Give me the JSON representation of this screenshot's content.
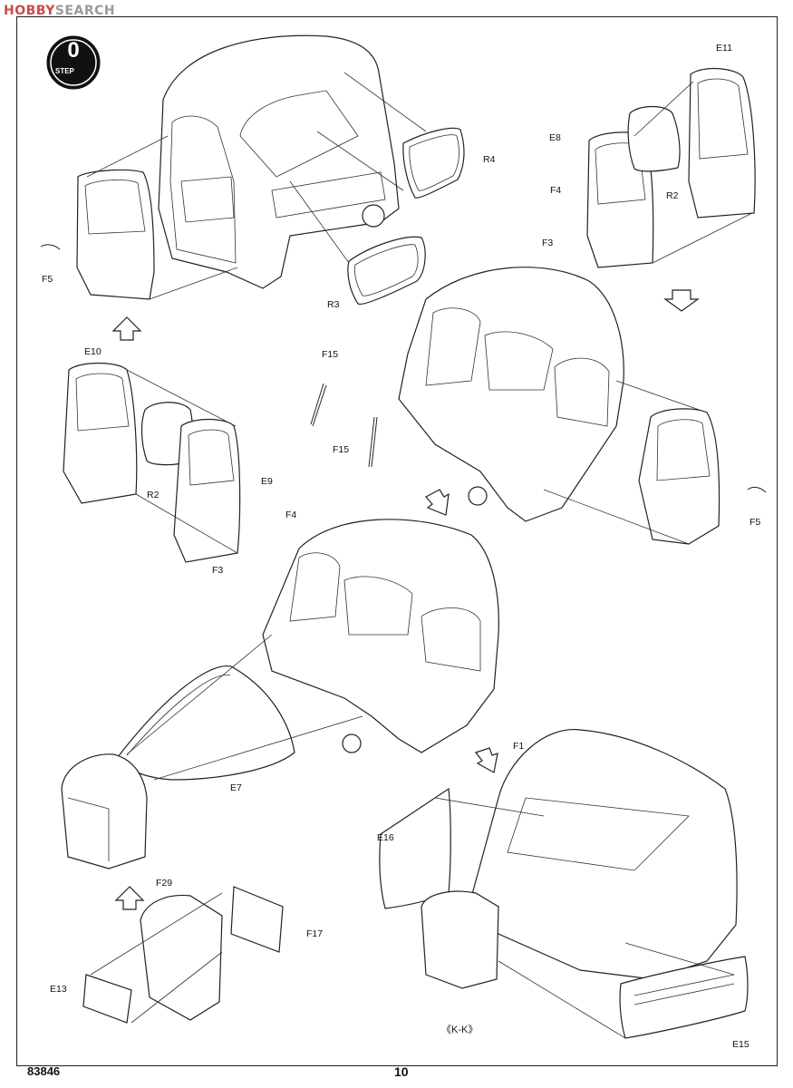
{
  "watermark": {
    "brand_accent": "HOBBY",
    "brand_rest": "SEARCH"
  },
  "step": {
    "number": "0",
    "label": "STEP"
  },
  "parts": {
    "E11": "E11",
    "R4": "R4",
    "E8": "E8",
    "F4a": "F4",
    "R2a": "R2",
    "F3a": "F3",
    "F5a": "F5",
    "R3": "R3",
    "E10": "E10",
    "F15a": "F15",
    "F15b": "F15",
    "R2b": "R2",
    "E9": "E9",
    "F4b": "F4",
    "F3b": "F3",
    "F5b": "F5",
    "E7": "E7",
    "F1": "F1",
    "E16": "E16",
    "F29": "F29",
    "F17": "F17",
    "E13": "E13",
    "E15": "E15"
  },
  "caption": "《K-K》",
  "footer": {
    "code": "83846",
    "page": "10"
  },
  "colors": {
    "ink": "#222222",
    "watermark_gray": "#9a9a9a",
    "watermark_red": "#c94b4b"
  }
}
